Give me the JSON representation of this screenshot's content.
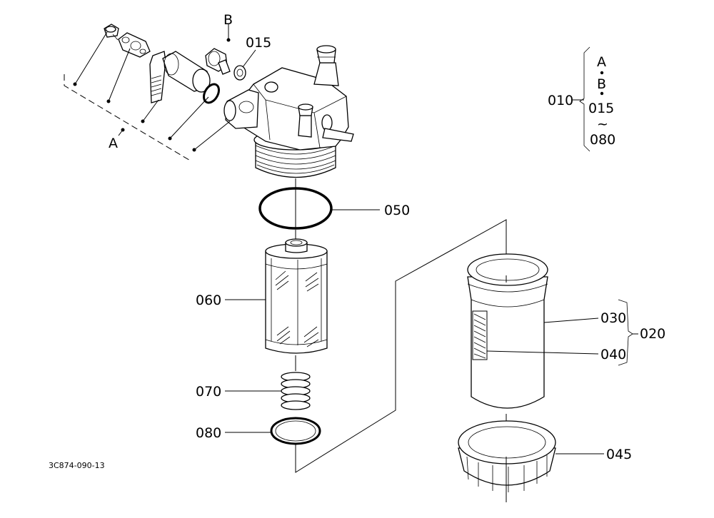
{
  "callouts": {
    "a": "A",
    "b": "B",
    "c010": "010",
    "c015": "015",
    "c020": "020",
    "c030": "030",
    "c040": "040",
    "c045": "045",
    "c050": "050",
    "c060": "060",
    "c070": "070",
    "c080": "080"
  },
  "legend": {
    "label": "010",
    "a": "A",
    "b": "B",
    "from": "015",
    "tilde": "~",
    "to": "080"
  },
  "drawing_number": "3C874-090-13"
}
